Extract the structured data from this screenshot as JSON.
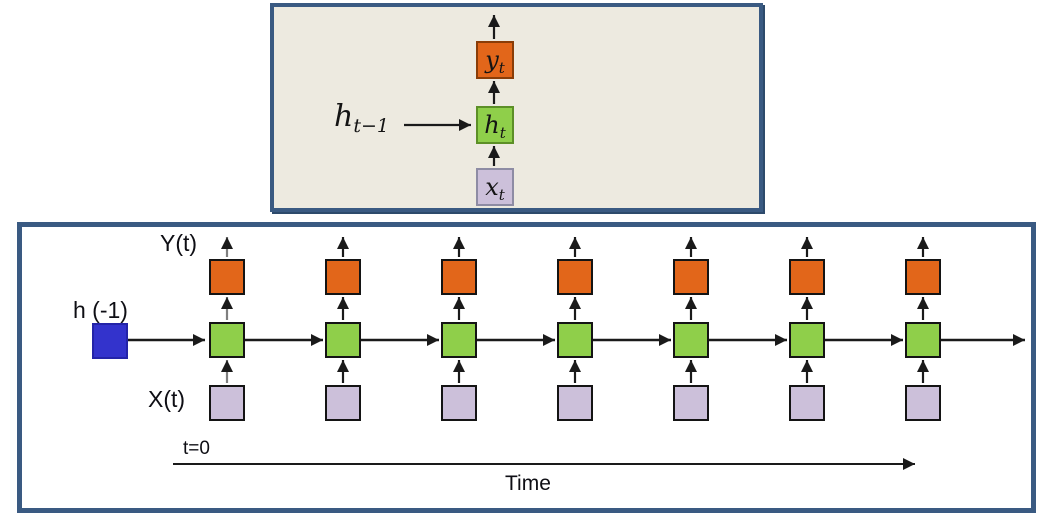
{
  "colors": {
    "panel_border": "#3A5A82",
    "top_panel_bg": "#EDEAE0",
    "output_orange": "#E2661A",
    "hidden_green": "#8FCF4A",
    "input_lavender": "#CCC0DA",
    "init_blue": "#3333CC",
    "arrow_black": "#1A1A1A",
    "arrow_gray": "#7F7F7F"
  },
  "cell_panel": {
    "prev_hidden_label": {
      "base": "h",
      "sub": "t−1"
    },
    "output_label": {
      "base": "y",
      "sub": "t"
    },
    "hidden_label": {
      "base": "h",
      "sub": "t"
    },
    "input_label": {
      "base": "x",
      "sub": "t"
    }
  },
  "timeline_panel": {
    "y_label": "Y(t)",
    "h_init_label": "h (-1)",
    "x_label": "X(t)",
    "t0_label": "t=0",
    "time_label": "Time",
    "time_steps": 7
  }
}
